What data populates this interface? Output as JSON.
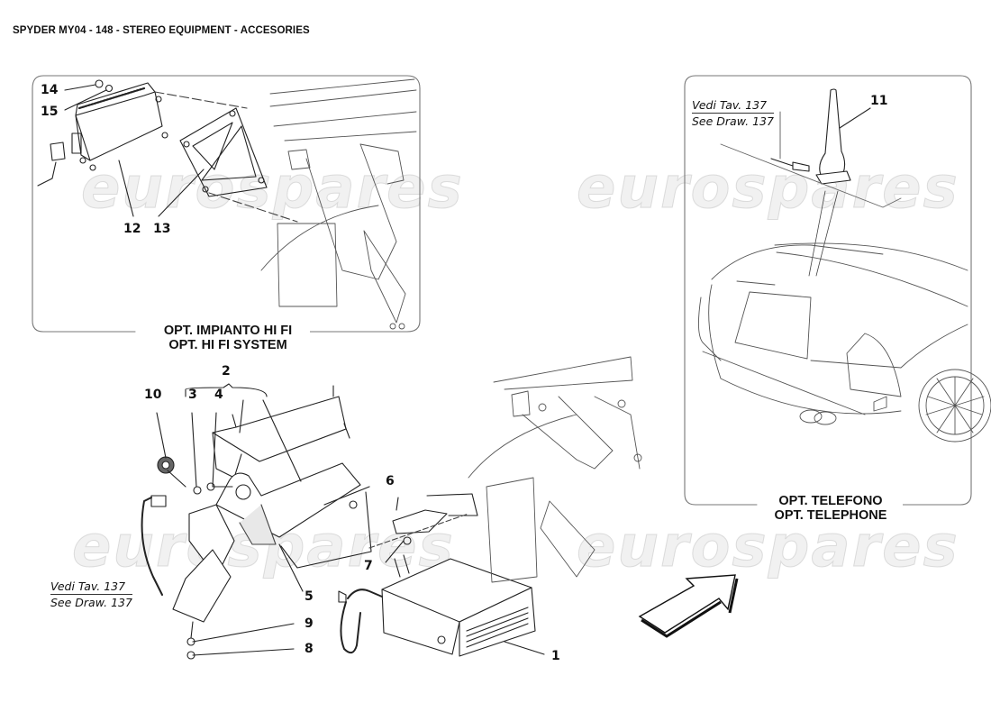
{
  "header": {
    "title": "SPYDER MY04 - 148 - STEREO EQUIPMENT - ACCESORIES"
  },
  "watermark": {
    "text": "eurospares"
  },
  "panels": {
    "hifi": {
      "caption_line1": "OPT. IMPIANTO HI FI",
      "caption_line2": "OPT. HI FI SYSTEM"
    },
    "telephone": {
      "caption_line1": "OPT. TELEFONO",
      "caption_line2": "OPT. TELEPHONE"
    }
  },
  "references": {
    "antenna_cable": {
      "line1": "Vedi Tav. 137",
      "line2": "See Draw. 137"
    },
    "main_cable": {
      "line1": "Vedi Tav. 137",
      "line2": "See Draw. 137"
    }
  },
  "callouts": {
    "c1": "1",
    "c2": "2",
    "c3": "3",
    "c4": "4",
    "c5": "5",
    "c6": "6",
    "c7": "7",
    "c8": "8",
    "c9": "9",
    "c10": "10",
    "c11": "11",
    "c12": "12",
    "c13": "13",
    "c14": "14",
    "c15": "15"
  },
  "icons": {
    "direction": "arrow-up-right-icon"
  }
}
